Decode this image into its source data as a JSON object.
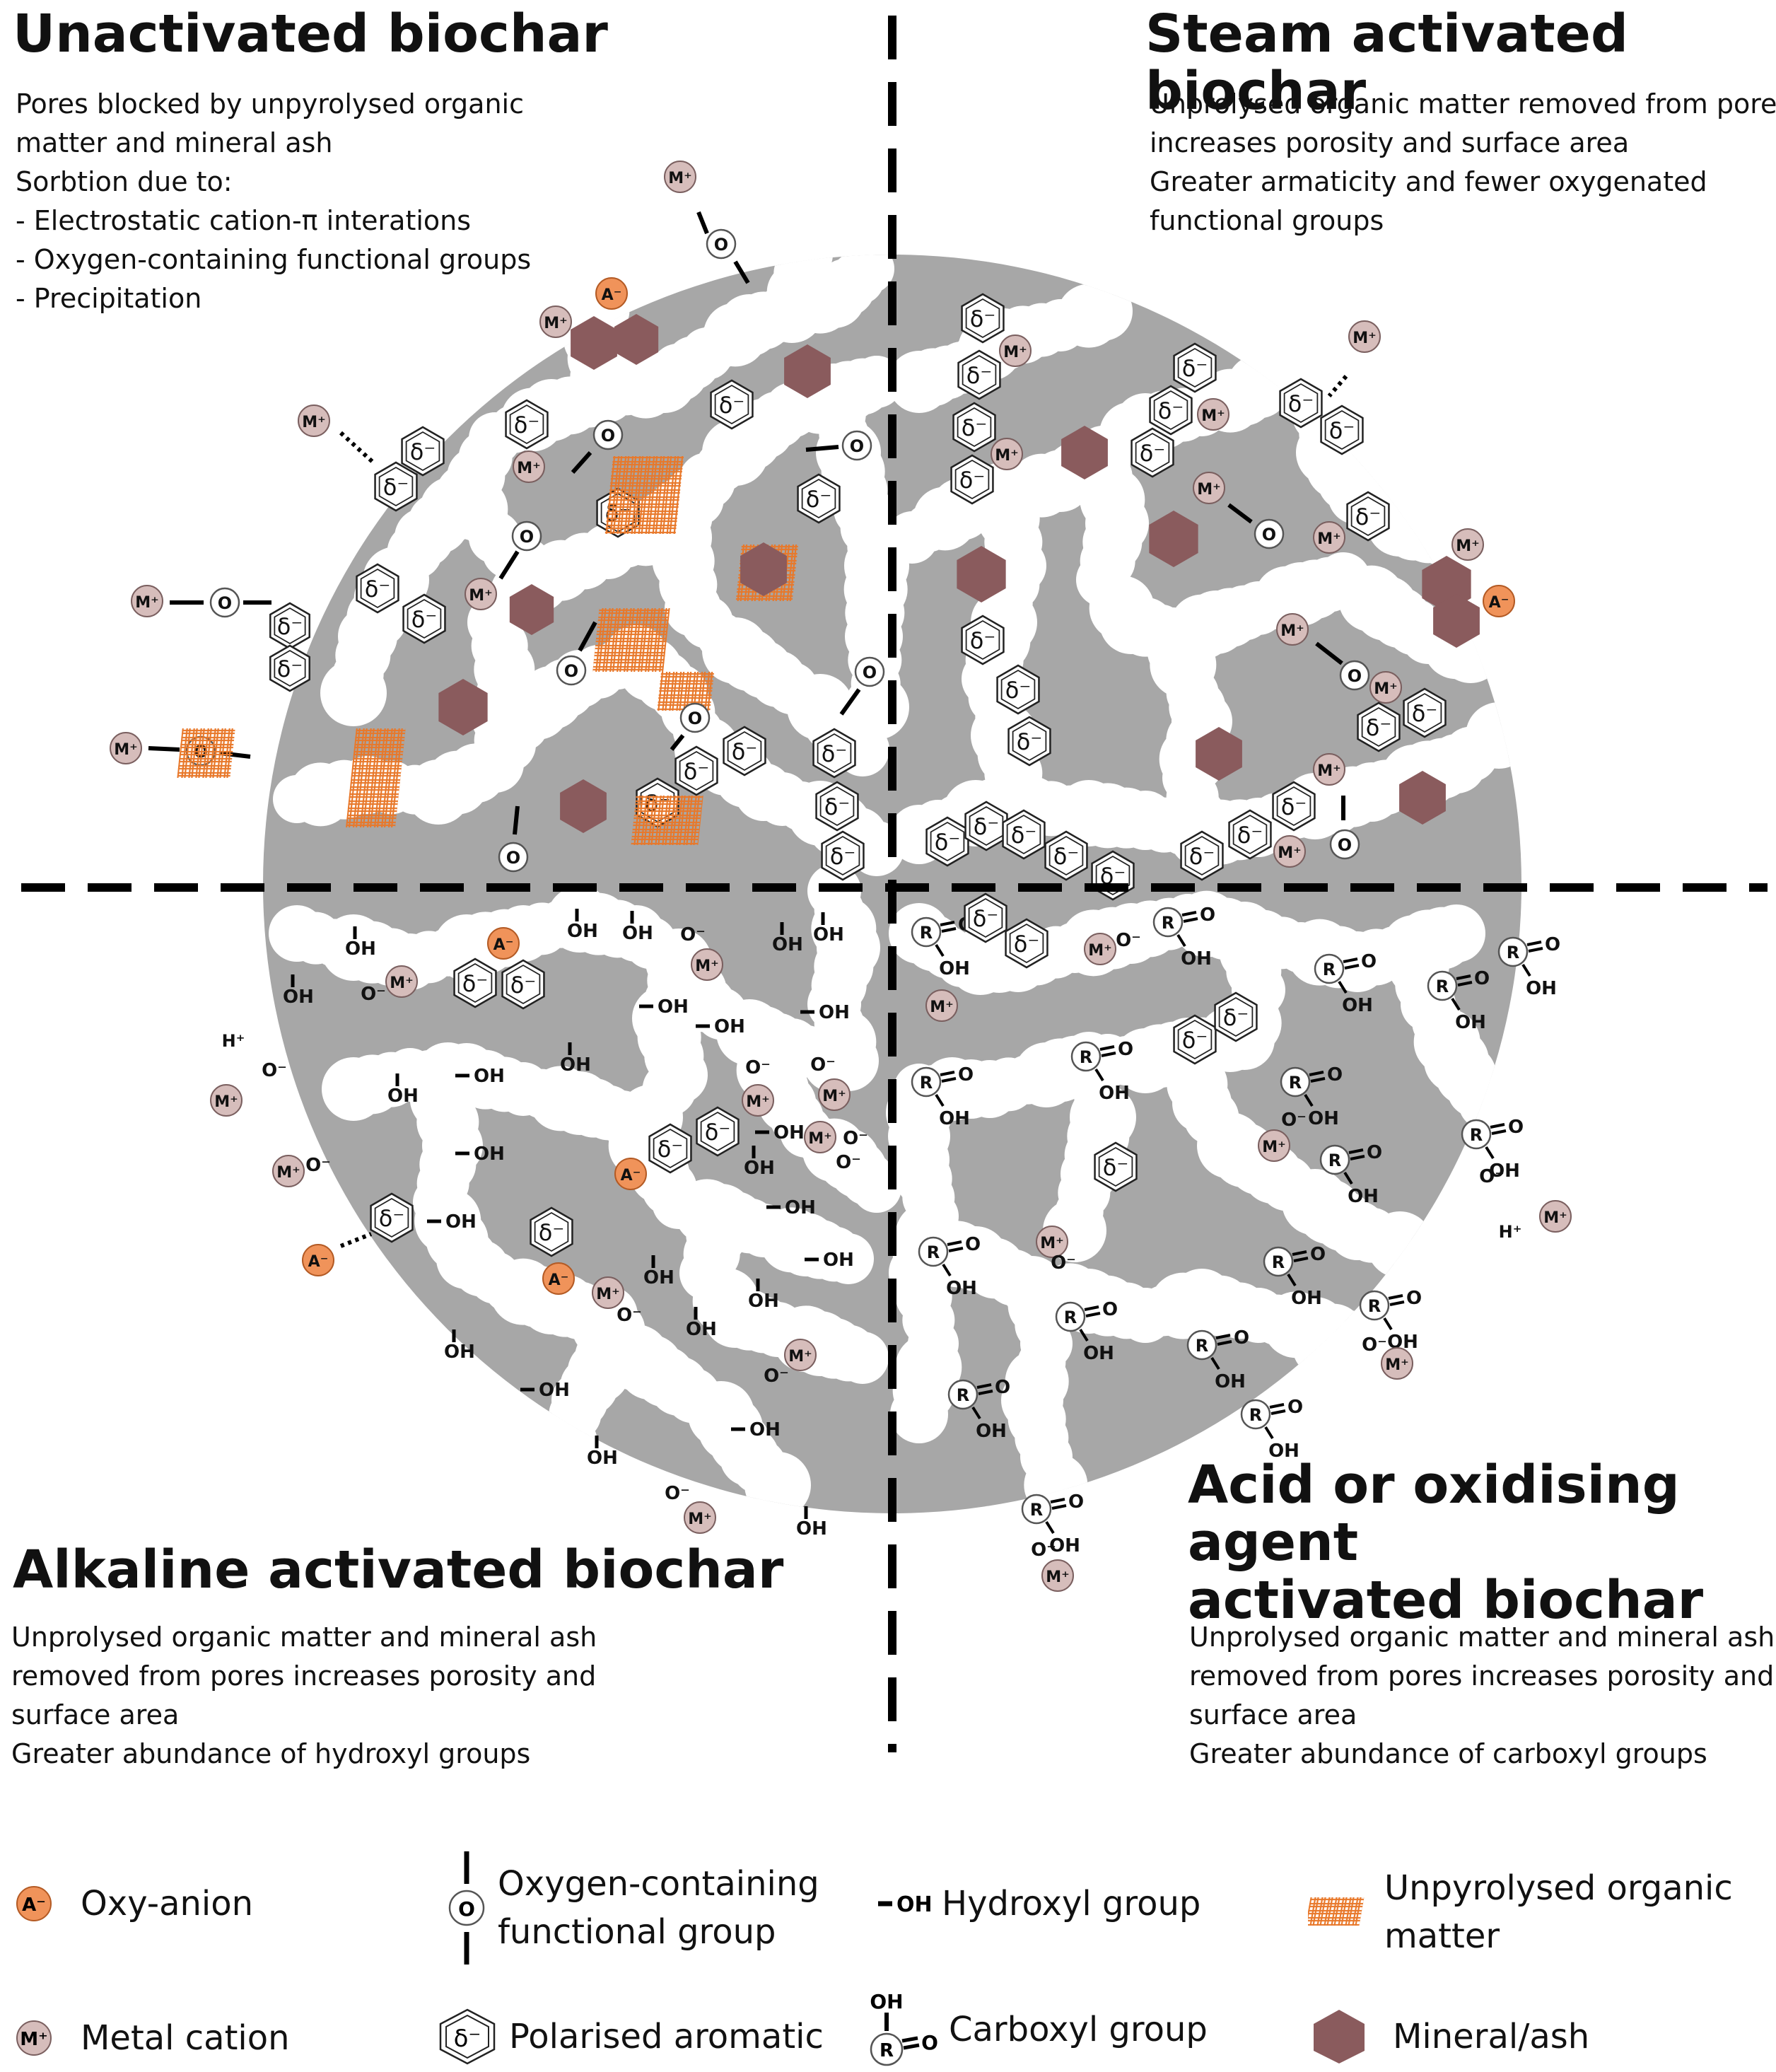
{
  "colors": {
    "biochar": "#a7a7a7",
    "pore": "#ffffff",
    "mineral": "#8a5b5d",
    "metal_cation": "#d6bdbb",
    "oxy_anion": "#f0935a",
    "organic_matter": "#e8782a",
    "divider": "#000000"
  },
  "panels": {
    "unactivated": {
      "title": "Unactivated biochar",
      "lines": [
        "Pores blocked by unpyrolysed organic",
        "matter and mineral ash",
        "Sorbtion due to:",
        " - Electrostatic cation-π interations",
        " - Oxygen-containing functional groups",
        " - Precipitation"
      ]
    },
    "steam": {
      "title": "Steam activated biochar",
      "lines": [
        "Unprolysed organic matter removed from pores",
        "increases porosity and surface area",
        "Greater armaticity and fewer oxygenated",
        "functional groups"
      ]
    },
    "alkaline": {
      "title": "Alkaline activated biochar",
      "lines": [
        "Unprolysed organic matter and mineral ash",
        "removed from pores increases porosity and",
        "surface area",
        "Greater abundance of hydroxyl groups"
      ]
    },
    "acid": {
      "title_lines": [
        "Acid or oxidising agent",
        "activated biochar"
      ],
      "lines": [
        "Unprolysed organic matter and mineral ash",
        "removed from pores increases porosity and",
        "surface area",
        "Greater abundance of carboxyl groups"
      ]
    }
  },
  "symbols": {
    "metal": "M⁺",
    "anion": "A⁻",
    "delta": "δ⁻",
    "oxygen": "O",
    "oxygen_neg": "O⁻",
    "hydroxyl": "OH",
    "carboxyl_r": "R",
    "proton": "H⁺"
  },
  "legend": [
    {
      "key": "oxy_anion",
      "label": "Oxy-anion",
      "icon": "anion-icon"
    },
    {
      "key": "oxygen_group",
      "label": "Oxygen-containing functional group",
      "icon": "oxygen-group-icon"
    },
    {
      "key": "hydroxyl",
      "label": "Hydroxyl group",
      "icon": "hydroxyl-icon"
    },
    {
      "key": "organic",
      "label": "Unpyrolysed organic matter",
      "icon": "organic-matter-icon"
    },
    {
      "key": "metal_cation",
      "label": "Metal cation",
      "icon": "metal-cation-icon"
    },
    {
      "key": "aromatic",
      "label": "Polarised aromatic",
      "icon": "aromatic-icon"
    },
    {
      "key": "carboxyl",
      "label": "Carboxyl group",
      "icon": "carboxyl-icon"
    },
    {
      "key": "mineral",
      "label": "Mineral/ash",
      "icon": "mineral-icon"
    }
  ]
}
